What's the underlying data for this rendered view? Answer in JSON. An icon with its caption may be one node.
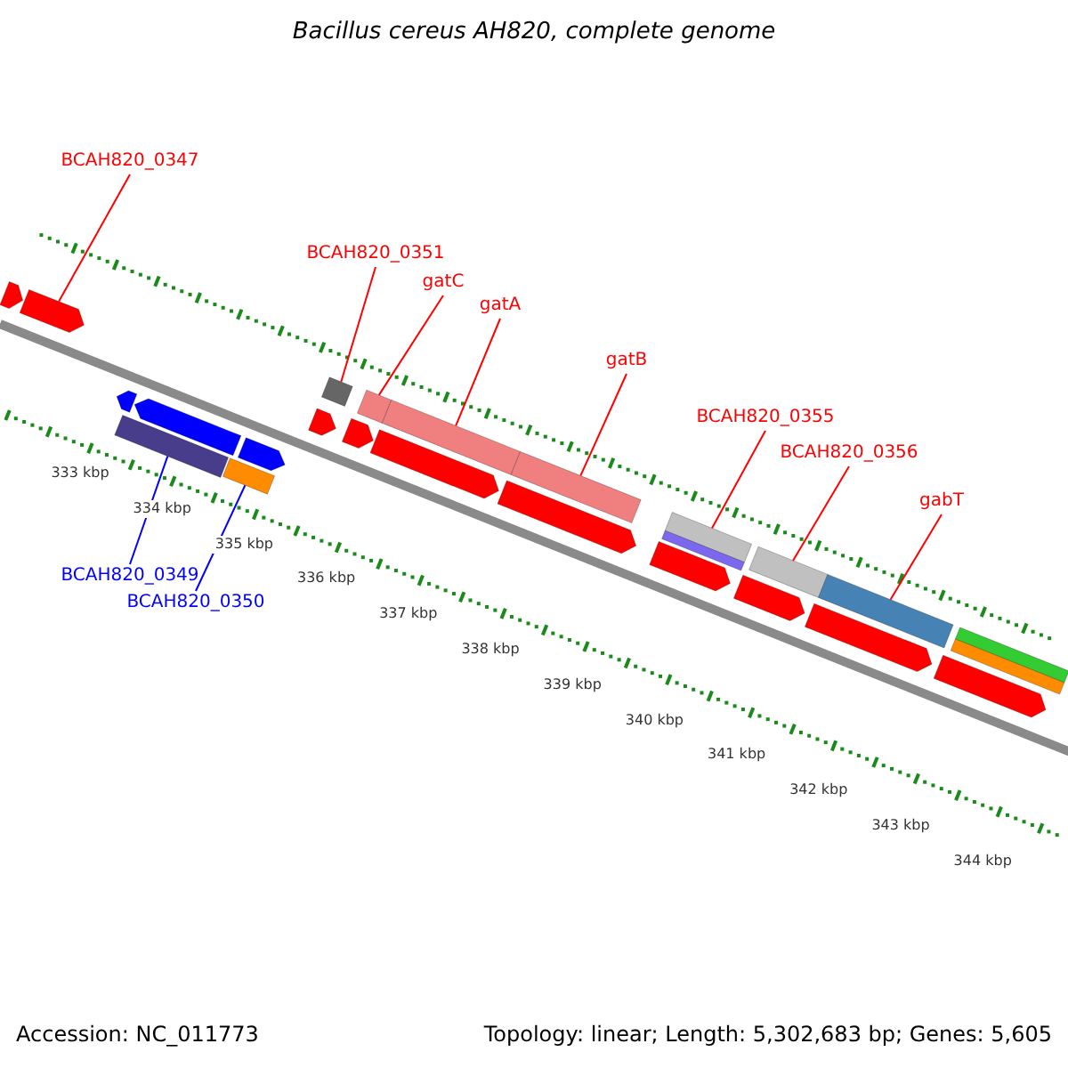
{
  "diagram": {
    "title": "Bacillus cereus AH820, complete genome",
    "nodes": [
      {
        "text": [
          "BCAH820_0347"
        ]
      },
      {
        "text": [
          "BCAH820_0351"
        ]
      },
      {
        "text": [
          "gatC"
        ]
      },
      {
        "text": [
          "gatA"
        ]
      },
      {
        "text": [
          "gatB"
        ]
      },
      {
        "text": [
          "BCAH820_0355"
        ]
      },
      {
        "text": [
          "BCAH820_0356"
        ]
      },
      {
        "text": [
          "gabT"
        ]
      },
      {
        "text": [
          "BCAH820_0349"
        ]
      },
      {
        "text": [
          "BCAH820_0350"
        ]
      },
      {
        "text": [],
        "shape": "arrow"
      },
      {
        "text": [],
        "shape": "arrow"
      },
      {
        "text": [],
        "shape": "arrow"
      },
      {
        "text": [],
        "shape": "bar"
      },
      {
        "text": [],
        "shape": "arrow"
      },
      {
        "text": [],
        "shape": "bar"
      },
      {
        "text": [],
        "shape": "arrow"
      },
      {
        "text": [],
        "shape": "arrow"
      },
      {
        "text": [],
        "shape": "bar"
      },
      {
        "text": [],
        "shape": "arrow"
      },
      {
        "text": [],
        "shape": "bar"
      },
      {
        "text": [],
        "shape": "arrow"
      },
      {
        "text": [],
        "shape": "bar"
      },
      {
        "text": [],
        "shape": "arrow"
      },
      {
        "text": [],
        "shape": "bar"
      },
      {
        "text": [],
        "shape": "arrow"
      },
      {
        "text": [],
        "shape": "bar"
      },
      {
        "text": [],
        "shape": "bar"
      },
      {
        "text": [],
        "shape": "arrow"
      },
      {
        "text": [],
        "shape": "bar"
      },
      {
        "text": [],
        "shape": "arrow"
      },
      {
        "text": [],
        "shape": "bar"
      },
      {
        "text": [],
        "shape": "arrow"
      },
      {
        "text": [],
        "shape": "bar"
      },
      {
        "text": [],
        "shape": "bar"
      }
    ],
    "edges": [
      {
        "from": 0,
        "to": 11,
        "arrow": "none"
      },
      {
        "from": 8,
        "to": 13,
        "arrow": "none",
        "color": "#0000ff"
      },
      {
        "from": 9,
        "to": 15,
        "arrow": "none",
        "color": "#0000ff"
      },
      {
        "from": 1,
        "to": 18,
        "arrow": "none"
      },
      {
        "from": 2,
        "to": 20,
        "arrow": "none"
      },
      {
        "from": 3,
        "to": 22,
        "arrow": "none"
      },
      {
        "from": 4,
        "to": 24,
        "arrow": "none"
      },
      {
        "from": 5,
        "to": 26,
        "arrow": "none"
      },
      {
        "from": 6,
        "to": 29,
        "arrow": "none"
      },
      {
        "from": 7,
        "to": 31,
        "arrow": "none"
      }
    ],
    "labels": [
      "333 kbp",
      "334 kbp",
      "335 kbp",
      "336 kbp",
      "337 kbp",
      "338 kbp",
      "339 kbp",
      "340 kbp",
      "341 kbp",
      "342 kbp",
      "343 kbp",
      "344 kbp",
      "Accession: NC_011773",
      "Topology: linear; Length: 5,302,683 bp; Genes: 5,605"
    ]
  }
}
